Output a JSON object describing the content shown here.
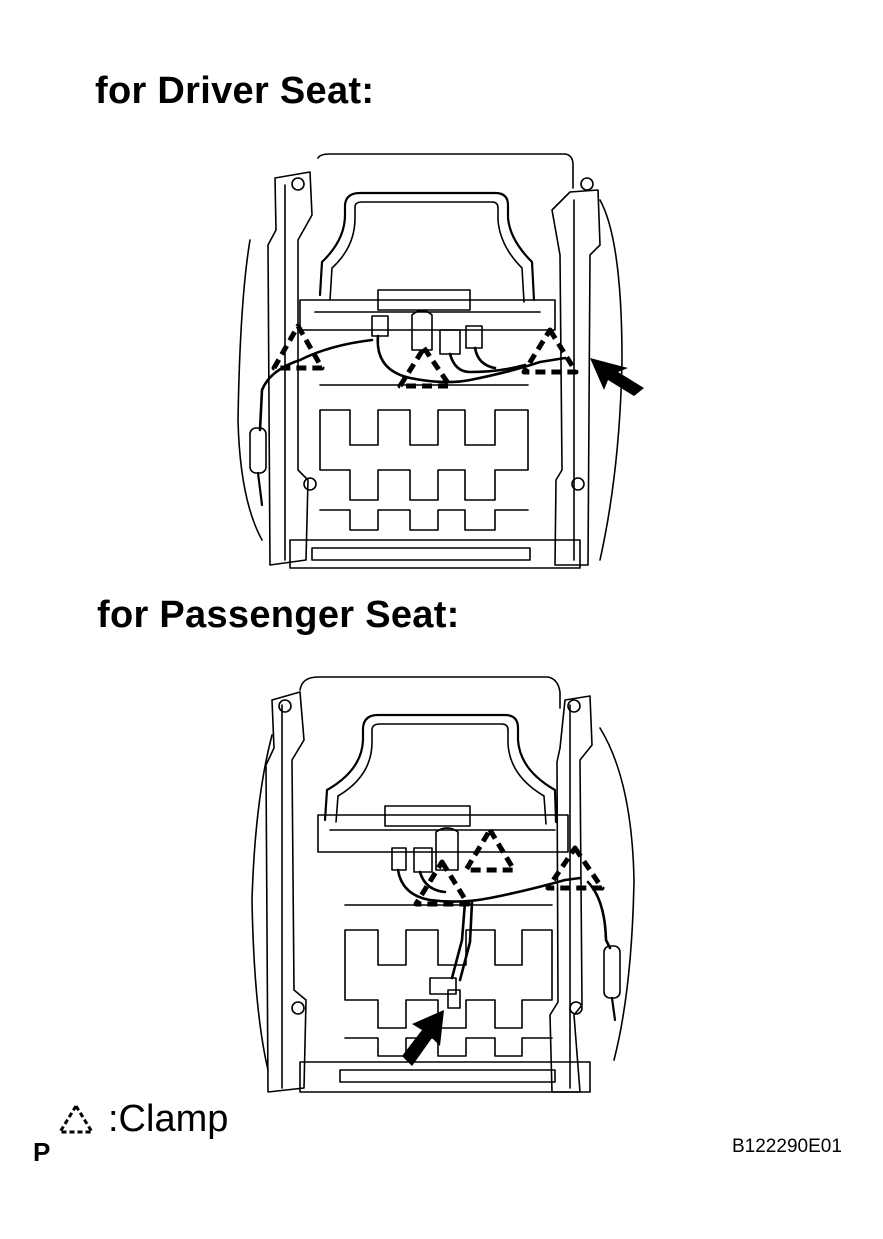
{
  "headings": {
    "driver": "for Driver Seat:",
    "passenger": "for Passenger Seat:"
  },
  "legend": {
    "symbol_icon": "dashed-triangle-clamp-icon",
    "label": ":Clamp"
  },
  "corner_mark": "P",
  "figure_code": "B122290E01",
  "icons": {
    "clamp": "dashed-triangle-icon",
    "pointer": "black-arrow-icon"
  },
  "colors": {
    "line": "#000000",
    "background": "#ffffff"
  }
}
